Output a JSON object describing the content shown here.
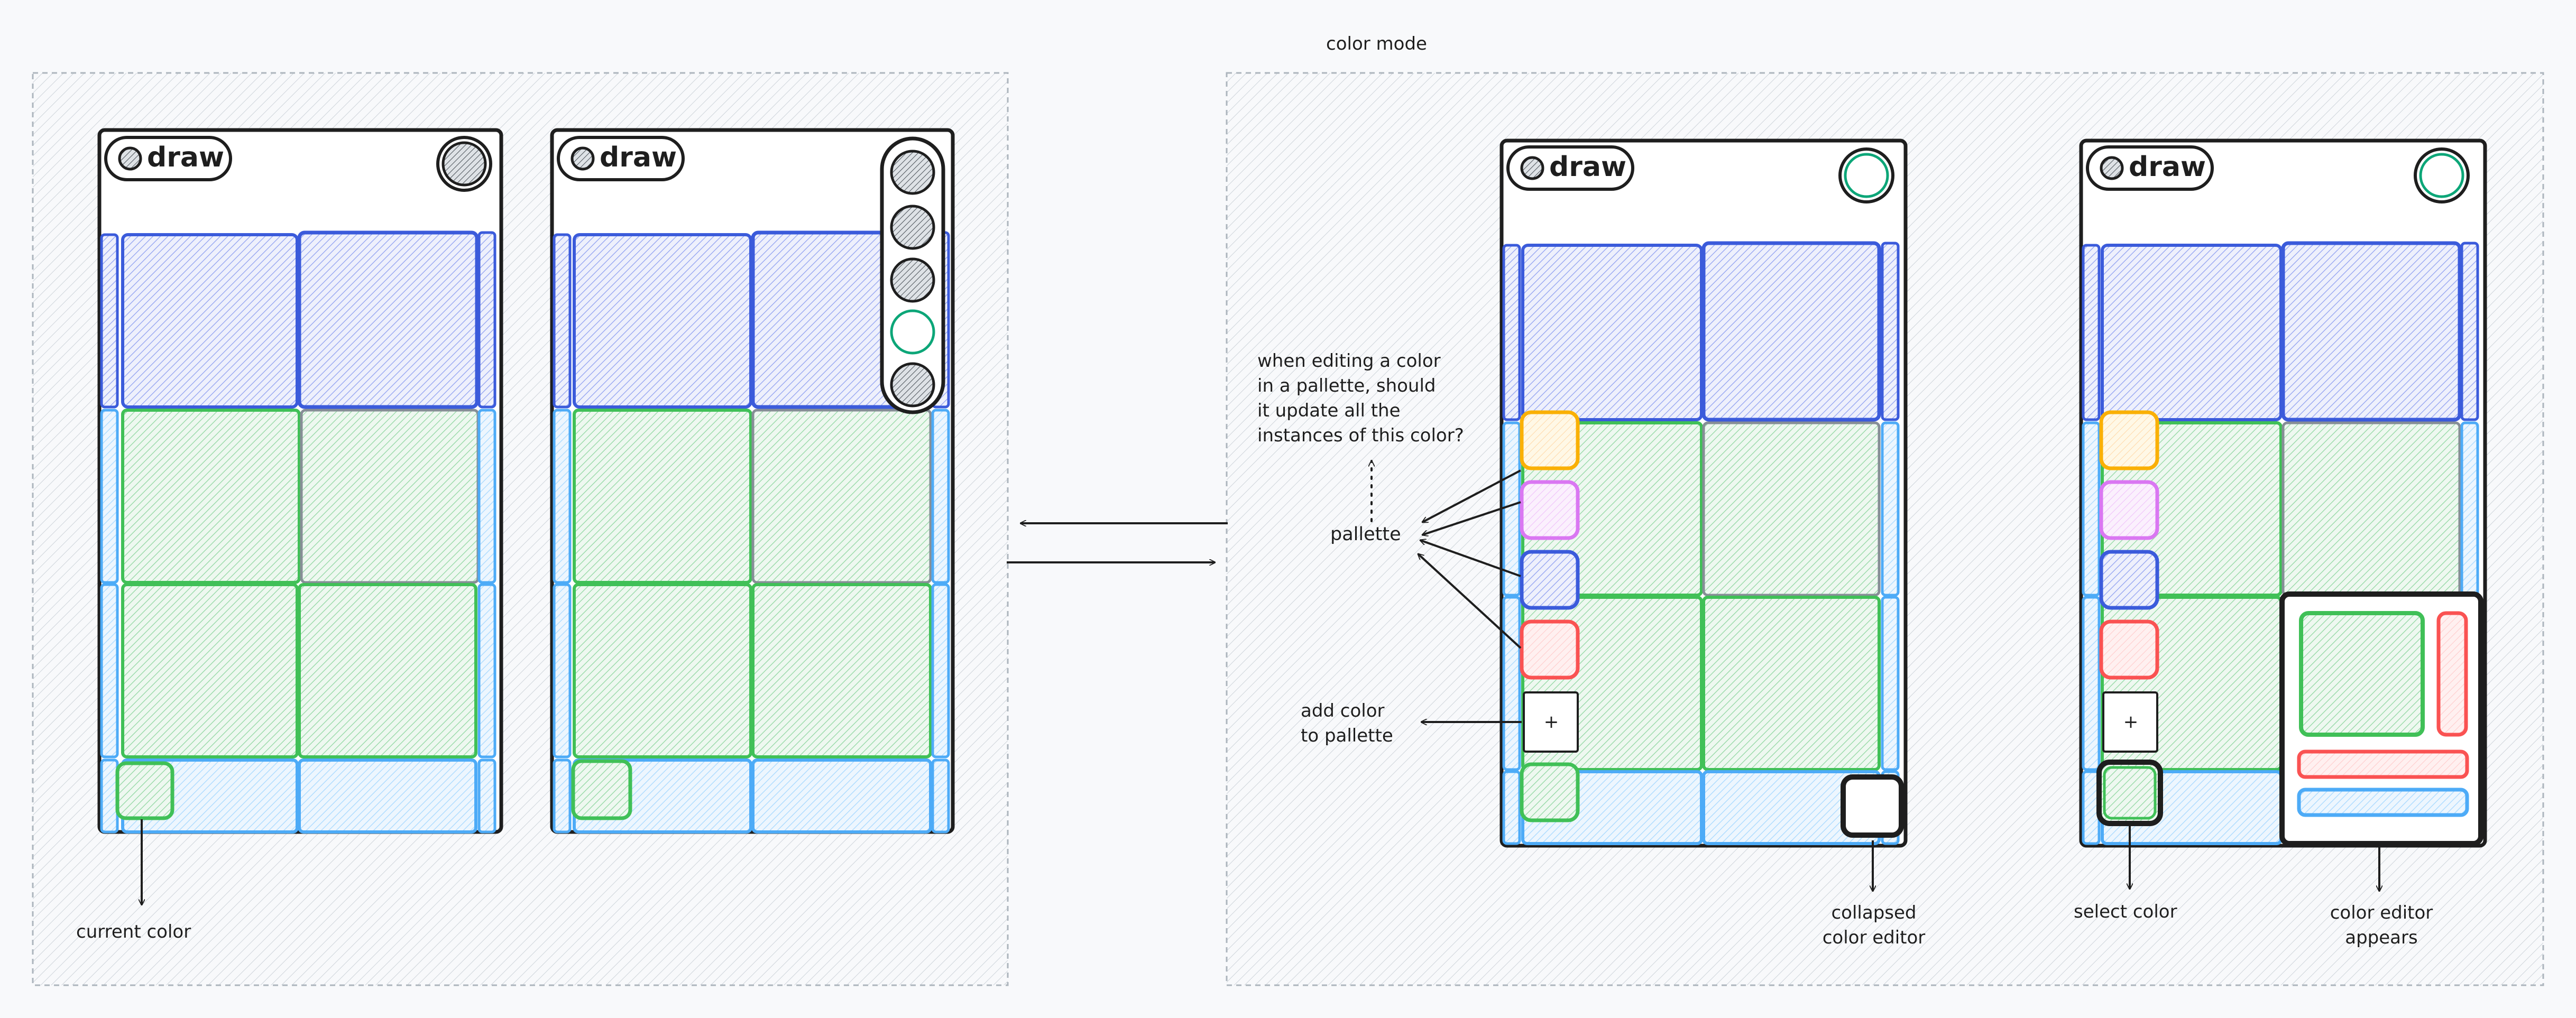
{
  "section_title": "color mode",
  "app": {
    "button_label": "draw"
  },
  "add_symbol": "+",
  "annotations": {
    "current_color": "current color",
    "question": [
      "when editing a color",
      "in a pallette, should",
      "it update all the",
      "instances of this color?"
    ],
    "pallette": "pallette",
    "add_color": [
      "add color",
      "to pallette"
    ],
    "collapsed_editor": [
      "collapsed",
      "color editor"
    ],
    "select_color": "select color",
    "editor_appears": [
      "color editor",
      "appears"
    ]
  },
  "colors": {
    "ink": "#1e1e1e",
    "blue_dark": "#3b5bdb",
    "blue_light": "#4dabf7",
    "green": "#40c057",
    "teal": "#0ca678",
    "orange": "#fab005",
    "pink": "#da77f2",
    "red": "#fa5252",
    "gray": "#868e96",
    "frame": "#adb5bd"
  },
  "palette": [
    "orange",
    "pink",
    "blue",
    "red"
  ]
}
